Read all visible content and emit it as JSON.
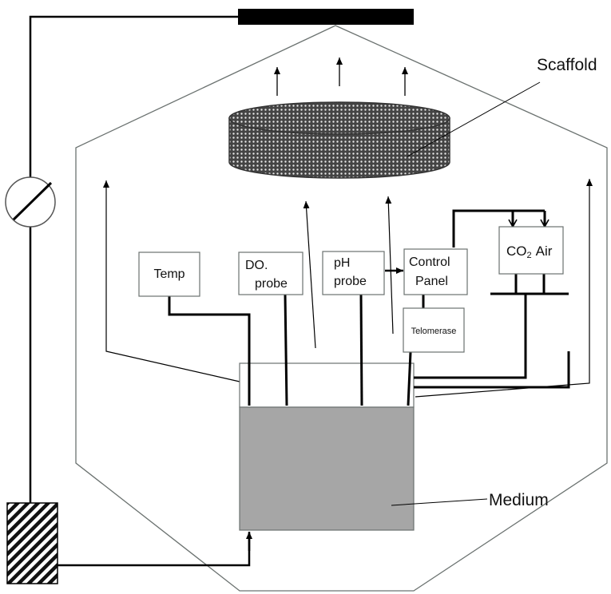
{
  "diagram": {
    "labels": {
      "scaffold": "Scaffold",
      "medium": "Medium"
    },
    "boxes": {
      "temp": "Temp",
      "do_probe": [
        "DO.",
        "probe"
      ],
      "ph_probe": [
        "pH",
        "probe"
      ],
      "control_panel": [
        "Control",
        "Panel"
      ],
      "co2_air": {
        "co": "CO",
        "sub": "2",
        "air": "Air"
      },
      "telomerase": "Telomerase"
    },
    "colors": {
      "medium_fill": "#a6a6a6",
      "scaffold_fill": "#555555",
      "outline": "#6b7270",
      "line": "#000000"
    }
  }
}
